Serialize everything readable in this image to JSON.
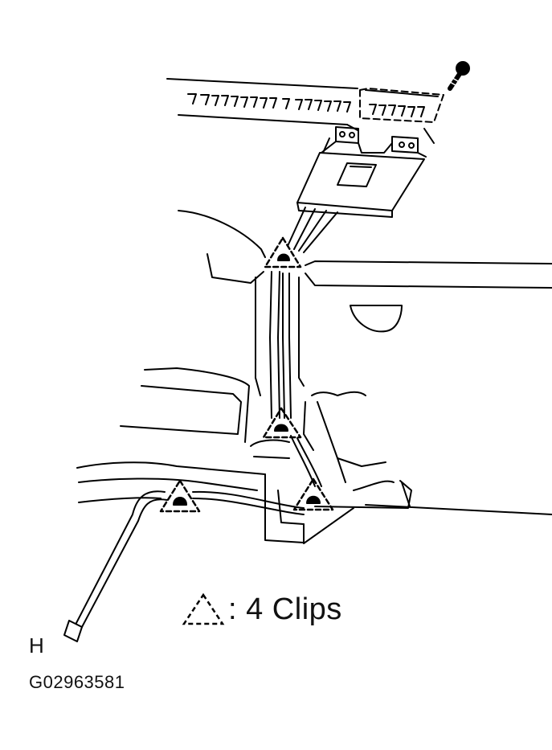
{
  "legend": {
    "text": ": 4 Clips",
    "symbol_icon": "dashed-triangle-icon"
  },
  "labels": {
    "corner_letter": "H",
    "figure_id": "G02963581"
  },
  "callouts": {
    "clip_icon": "dashed-triangle-icon",
    "bolt_icon": "screw-icon"
  },
  "colors": {
    "ink": "#000000",
    "background": "#ffffff"
  }
}
